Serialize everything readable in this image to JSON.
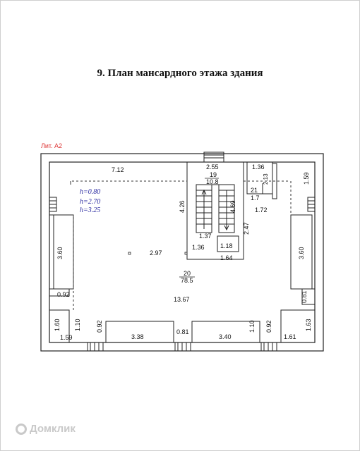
{
  "title": "9. План  мансардного этажа здания",
  "lit_label": "Лит. А2",
  "heights": [
    "h=0.80",
    "h=2.70",
    "h=3.25"
  ],
  "rooms": {
    "main": {
      "number": "20",
      "area": "78.5"
    },
    "stair": {
      "number": "19",
      "area": "10.8"
    },
    "small": {
      "number": "21",
      "area": "1.7"
    }
  },
  "dims": {
    "top_left": "7.12",
    "stair_top": "2.55",
    "room21_top": "1.36",
    "right_top": "1.59",
    "room21_side": "2.13",
    "room21_bottom": "1.72",
    "stair_side": "4.26",
    "stair_inner": "4.69",
    "corridor": "2.47",
    "stair_bottom_in": "1.37",
    "stair_bottom_out": "1.36",
    "stair_b2": "1.18",
    "stair_b3": "1.64",
    "left_wall": "3.60",
    "right_wall": "3.60",
    "main_width": "2.97",
    "main_length": "13.67",
    "left_092": "0.92",
    "right_081": "0.81",
    "left_corner_h": "1.60",
    "left_corner_w": "1.59",
    "left_110": "1.10",
    "left_092b": "0.92",
    "bottom_338": "3.38",
    "bottom_081": "0.81",
    "bottom_340": "3.40",
    "bottom_110": "1.10",
    "bottom_092": "0.92",
    "right_corner_h": "1.63",
    "right_corner_w": "1.61"
  },
  "watermark": "Домклик"
}
